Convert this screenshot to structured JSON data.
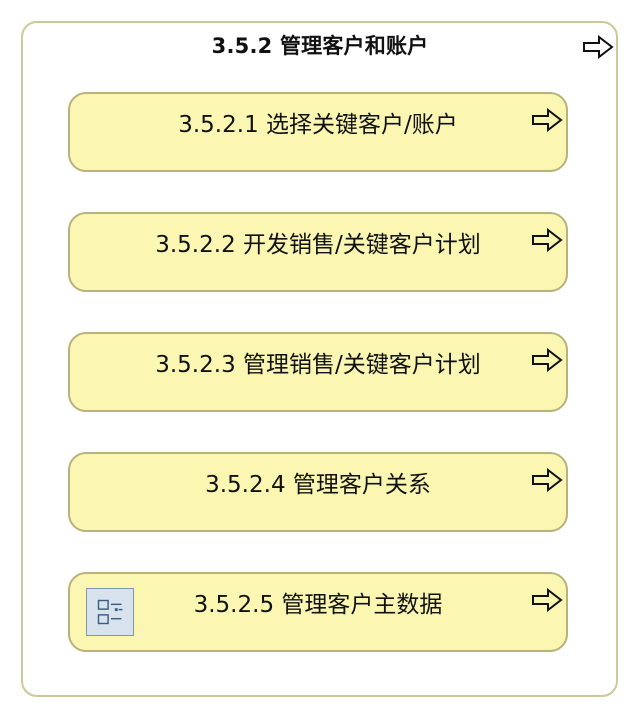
{
  "group": {
    "title": "3.5.2 管理客户和账户",
    "icon": "arrow-right-outline-icon"
  },
  "boxes": [
    {
      "label": "3.5.2.1 选择关键客户/账户",
      "icon": "arrow-right-outline-icon"
    },
    {
      "label": "3.5.2.2 开发销售/关键客户计划",
      "icon": "arrow-right-outline-icon"
    },
    {
      "label": "3.5.2.3 管理销售/关键客户计划",
      "icon": "arrow-right-outline-icon"
    },
    {
      "label": "3.5.2.4 管理客户关系",
      "icon": "arrow-right-outline-icon"
    },
    {
      "label": "3.5.2.5 管理客户主数据",
      "icon": "arrow-right-outline-icon",
      "badge_icon": "list-data-icon"
    }
  ],
  "colors": {
    "box_fill": "#fbf7b3",
    "box_border": "#b8b27a",
    "frame_border": "#c9c99a"
  }
}
